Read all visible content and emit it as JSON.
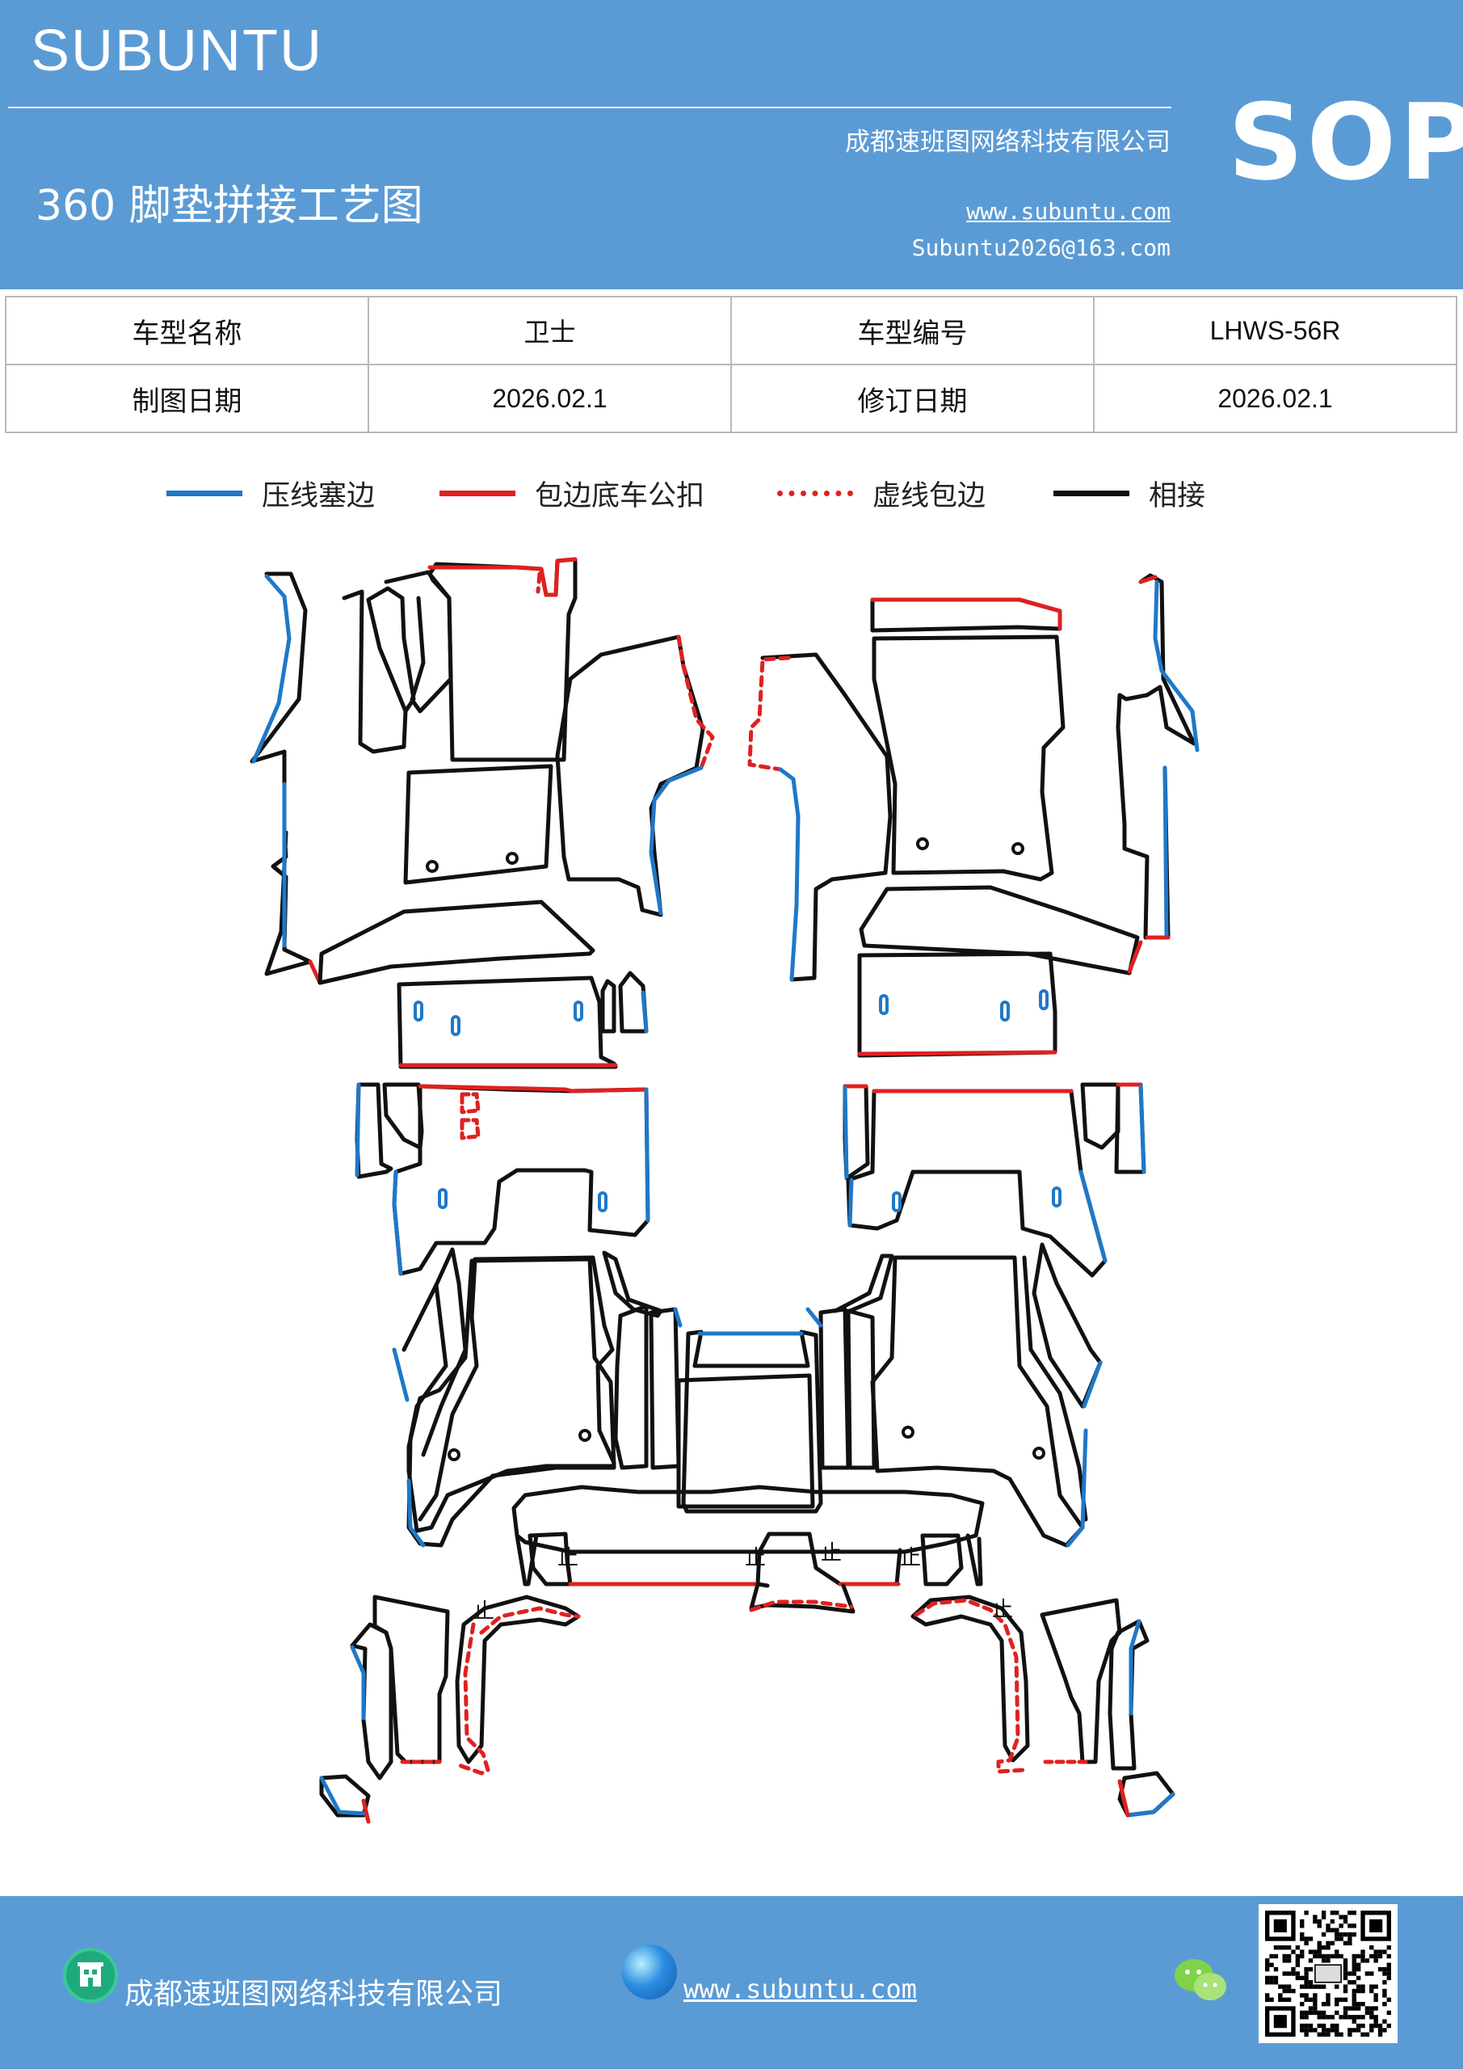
{
  "header": {
    "brand": "SUBUNTU",
    "title": "360 脚垫拼接工艺图",
    "company": "成都速班图网络科技有限公司",
    "website": "www.subuntu.com",
    "email": "Subuntu2026@163.com",
    "badge": "SOP"
  },
  "info": {
    "rows": [
      {
        "label1": "车型名称",
        "value1": "卫士",
        "label2": "车型编号",
        "value2": "LHWS-56R"
      },
      {
        "label1": "制图日期",
        "value1": "2026.02.1",
        "label2": "修订日期",
        "value2": "2026.02.1"
      }
    ]
  },
  "legend": [
    {
      "label": "压线塞边",
      "color": "#1f78c8",
      "style": "solid"
    },
    {
      "label": "包边底车公扣",
      "color": "#e02020",
      "style": "solid"
    },
    {
      "label": "虚线包边",
      "color": "#e02020",
      "style": "dashed"
    },
    {
      "label": "相接",
      "color": "#111111",
      "style": "solid"
    }
  ],
  "diagram": {
    "marker": "止"
  },
  "footer": {
    "company": "成都速班图网络科技有限公司",
    "website": "www.subuntu.com"
  },
  "icons": {
    "company": "building-icon",
    "website": "globe-icon",
    "social": "wechat-icon",
    "code": "qr-code"
  }
}
